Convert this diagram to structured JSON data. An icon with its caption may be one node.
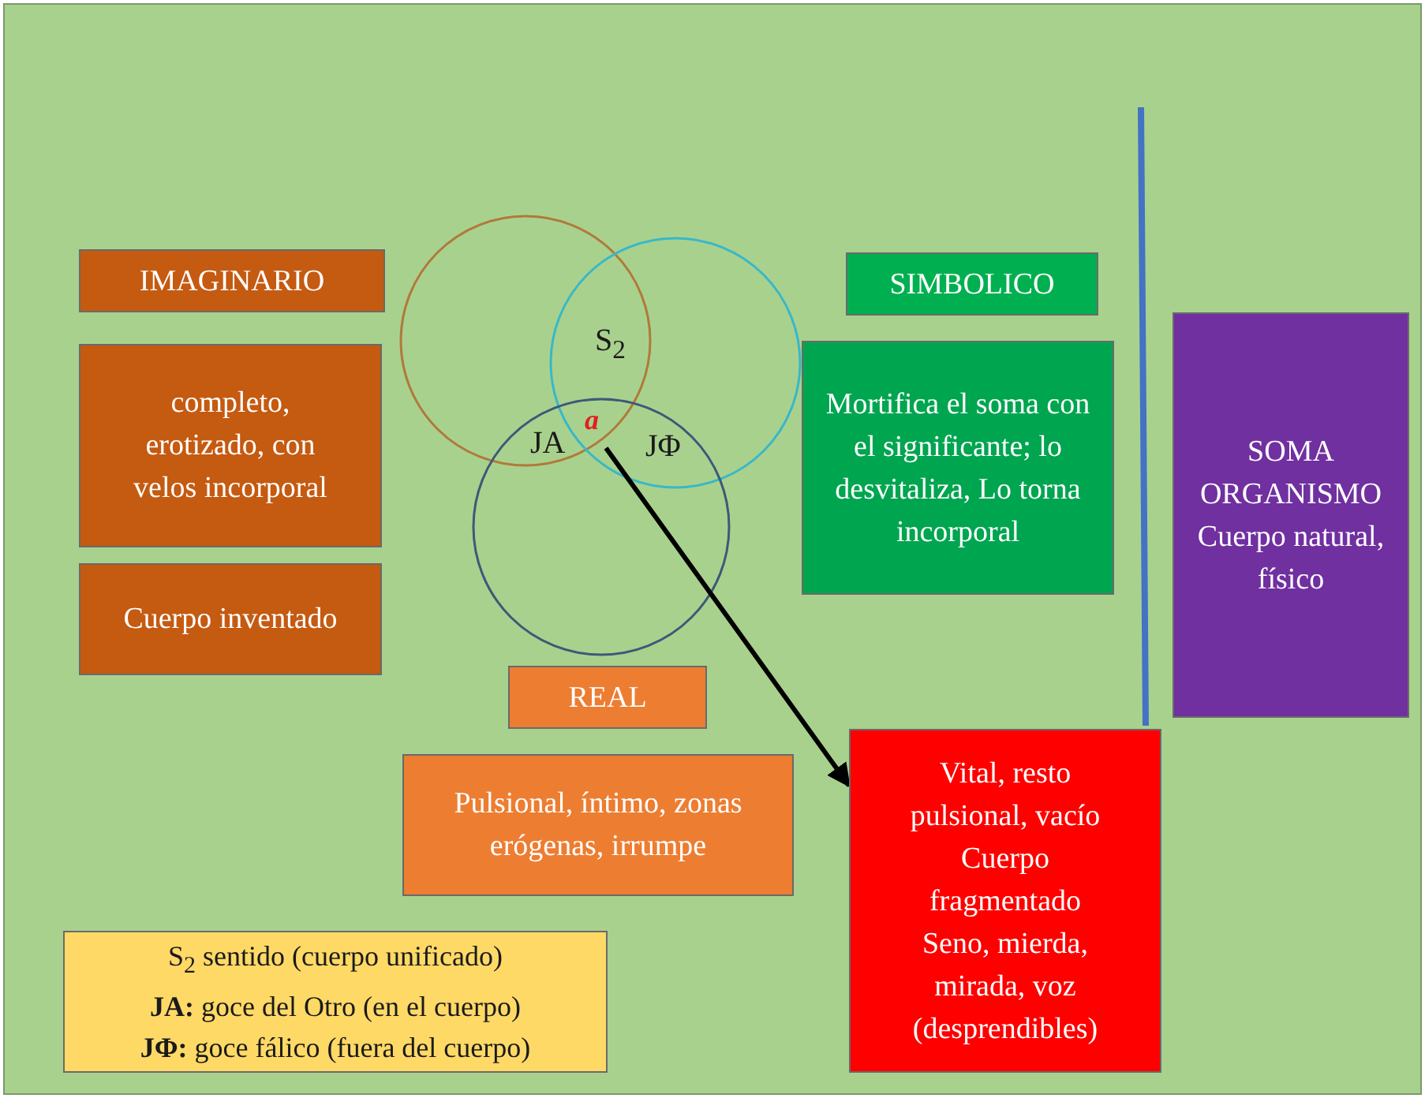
{
  "diagram": {
    "nodes": [
      {
        "text": [
          "IMAGINARIO"
        ]
      },
      {
        "text": [
          "completo, erotizado, con velos incorporal"
        ]
      },
      {
        "text": [
          "Cuerpo inventado"
        ]
      },
      {
        "text": [
          "a"
        ]
      },
      {
        "text": [
          "SIMBOLICO"
        ]
      },
      {
        "text": [
          "Mortifica el soma con el significante; lo desvitaliza, Lo torna incorporal"
        ]
      },
      {
        "text": [
          "SOMA ORGANISMO",
          "Cuerpo natural, físico"
        ]
      },
      {
        "text": [
          "REAL"
        ]
      },
      {
        "text": [
          "Pulsional, íntimo, zonas erógenas, irrumpe"
        ]
      },
      {
        "text": [
          "Vital, resto pulsional, vacío",
          "Cuerpo fragmentado",
          "Seno, mierda, mirada, voz (desprendibles)"
        ]
      },
      {
        "text": [
          "S$_{2}$ sentido (cuerpo unificado)",
          "**JA:** goce del Otro (en el cuerpo)",
          "**JΦ:** goce fálico (fuera del cuerpo)"
        ]
      }
    ],
    "edges": [
      {
        "from": 3,
        "to": 9,
        "arrow": "to"
      }
    ],
    "labels": [
      "S$_{2}$",
      "JA",
      "JΦ"
    ]
  }
}
